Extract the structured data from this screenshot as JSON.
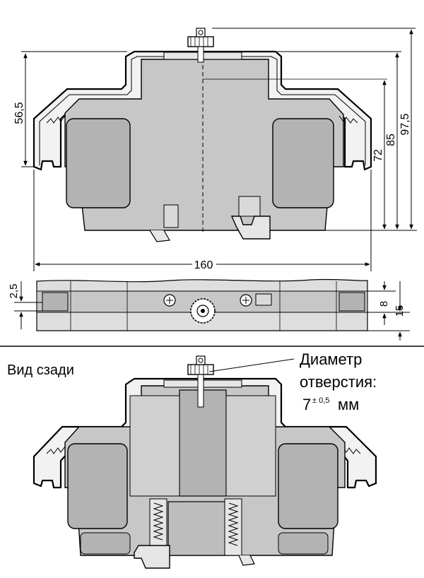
{
  "dimensions": {
    "d_56_5": "56,5",
    "d_72": "72",
    "d_85": "85",
    "d_97_5": "97,5",
    "d_160": "160",
    "d_2_5": "2,5",
    "d_8": "8",
    "d_15": "15"
  },
  "rear_view": {
    "title": "Вид сзади",
    "hole_line1": "Диаметр",
    "hole_line2": "отверстия:",
    "hole_value": "7",
    "hole_tolerance": "± 0,5",
    "hole_unit": "мм"
  },
  "colors": {
    "body": "#c7c7c7",
    "housing": "#f2f2f2",
    "outline": "#000000",
    "panel": "#b3b3b3"
  }
}
